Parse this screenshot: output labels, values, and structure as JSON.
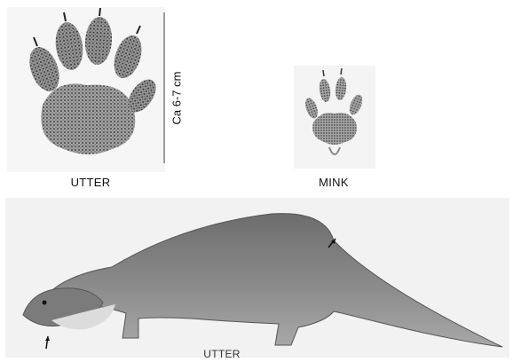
{
  "otter_print": {
    "caption": "UTTER",
    "size_label": "Ca 6-7 cm"
  },
  "mink_print": {
    "caption": "MINK"
  },
  "otter_drawing": {
    "caption": "UTTER"
  }
}
